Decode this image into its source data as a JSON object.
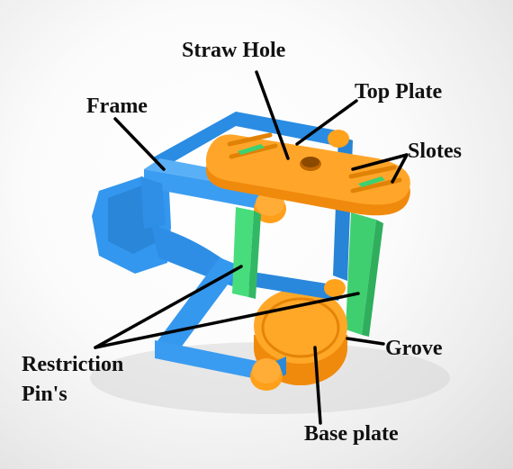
{
  "labels": {
    "straw_hole": "Straw Hole",
    "top_plate": "Top Plate",
    "frame": "Frame",
    "slots": "Slotes",
    "restriction_line1": "Restriction",
    "restriction_line2": "Pin's",
    "grove": "Grove",
    "base_plate": "Base plate"
  },
  "colors": {
    "frame": "#2f95ee",
    "plates": "#ffa21c",
    "pins": "#44dd7a",
    "leader_lines": "#000000"
  }
}
